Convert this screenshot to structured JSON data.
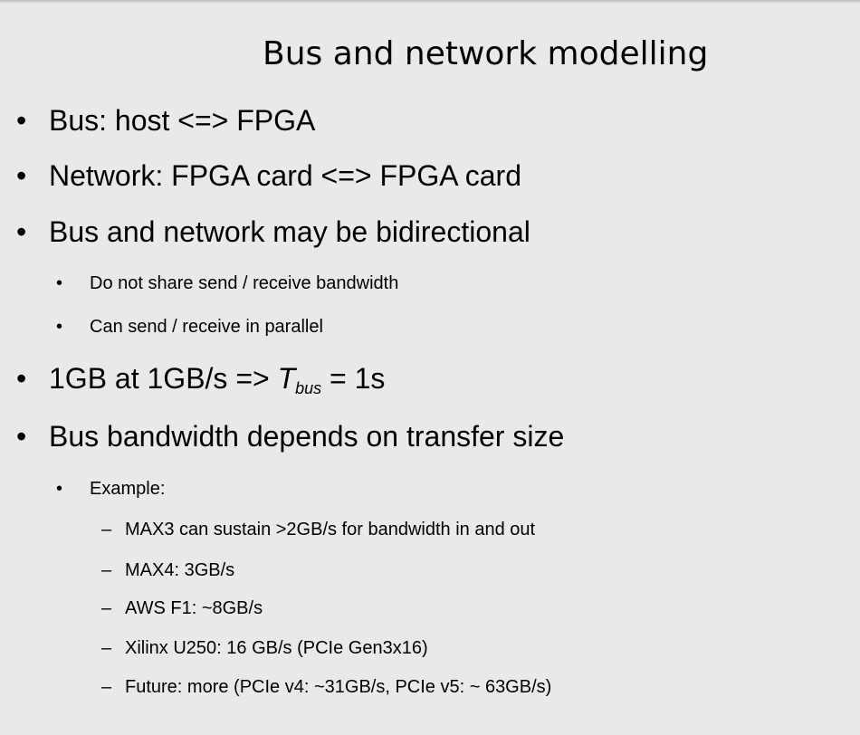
{
  "slide": {
    "title": "Bus and network modelling",
    "bullets": {
      "bus": "Bus: host <=> FPGA",
      "network": "Network: FPGA card <=> FPGA card",
      "bidirectional": "Bus and network may be bidirectional",
      "no_share": "Do not share send / receive bandwidth",
      "parallel": "Can send / receive in parallel",
      "formula_prefix": "1GB at 1GB/s => ",
      "formula_var": "T",
      "formula_sub": "bus",
      "formula_suffix": " = 1s",
      "bandwidth": "Bus bandwidth depends on transfer size",
      "example": "Example:",
      "max3": "MAX3 can sustain >2GB/s for bandwidth in and out",
      "max4": "MAX4: 3GB/s",
      "aws": "AWS F1: ~8GB/s",
      "xilinx": "Xilinx U250: 16 GB/s (PCIe Gen3x16)",
      "future": "Future: more (PCIe v4: ~31GB/s, PCIe v5: ~ 63GB/s)"
    },
    "bullet_glyph": "•",
    "dash_glyph": "–"
  }
}
